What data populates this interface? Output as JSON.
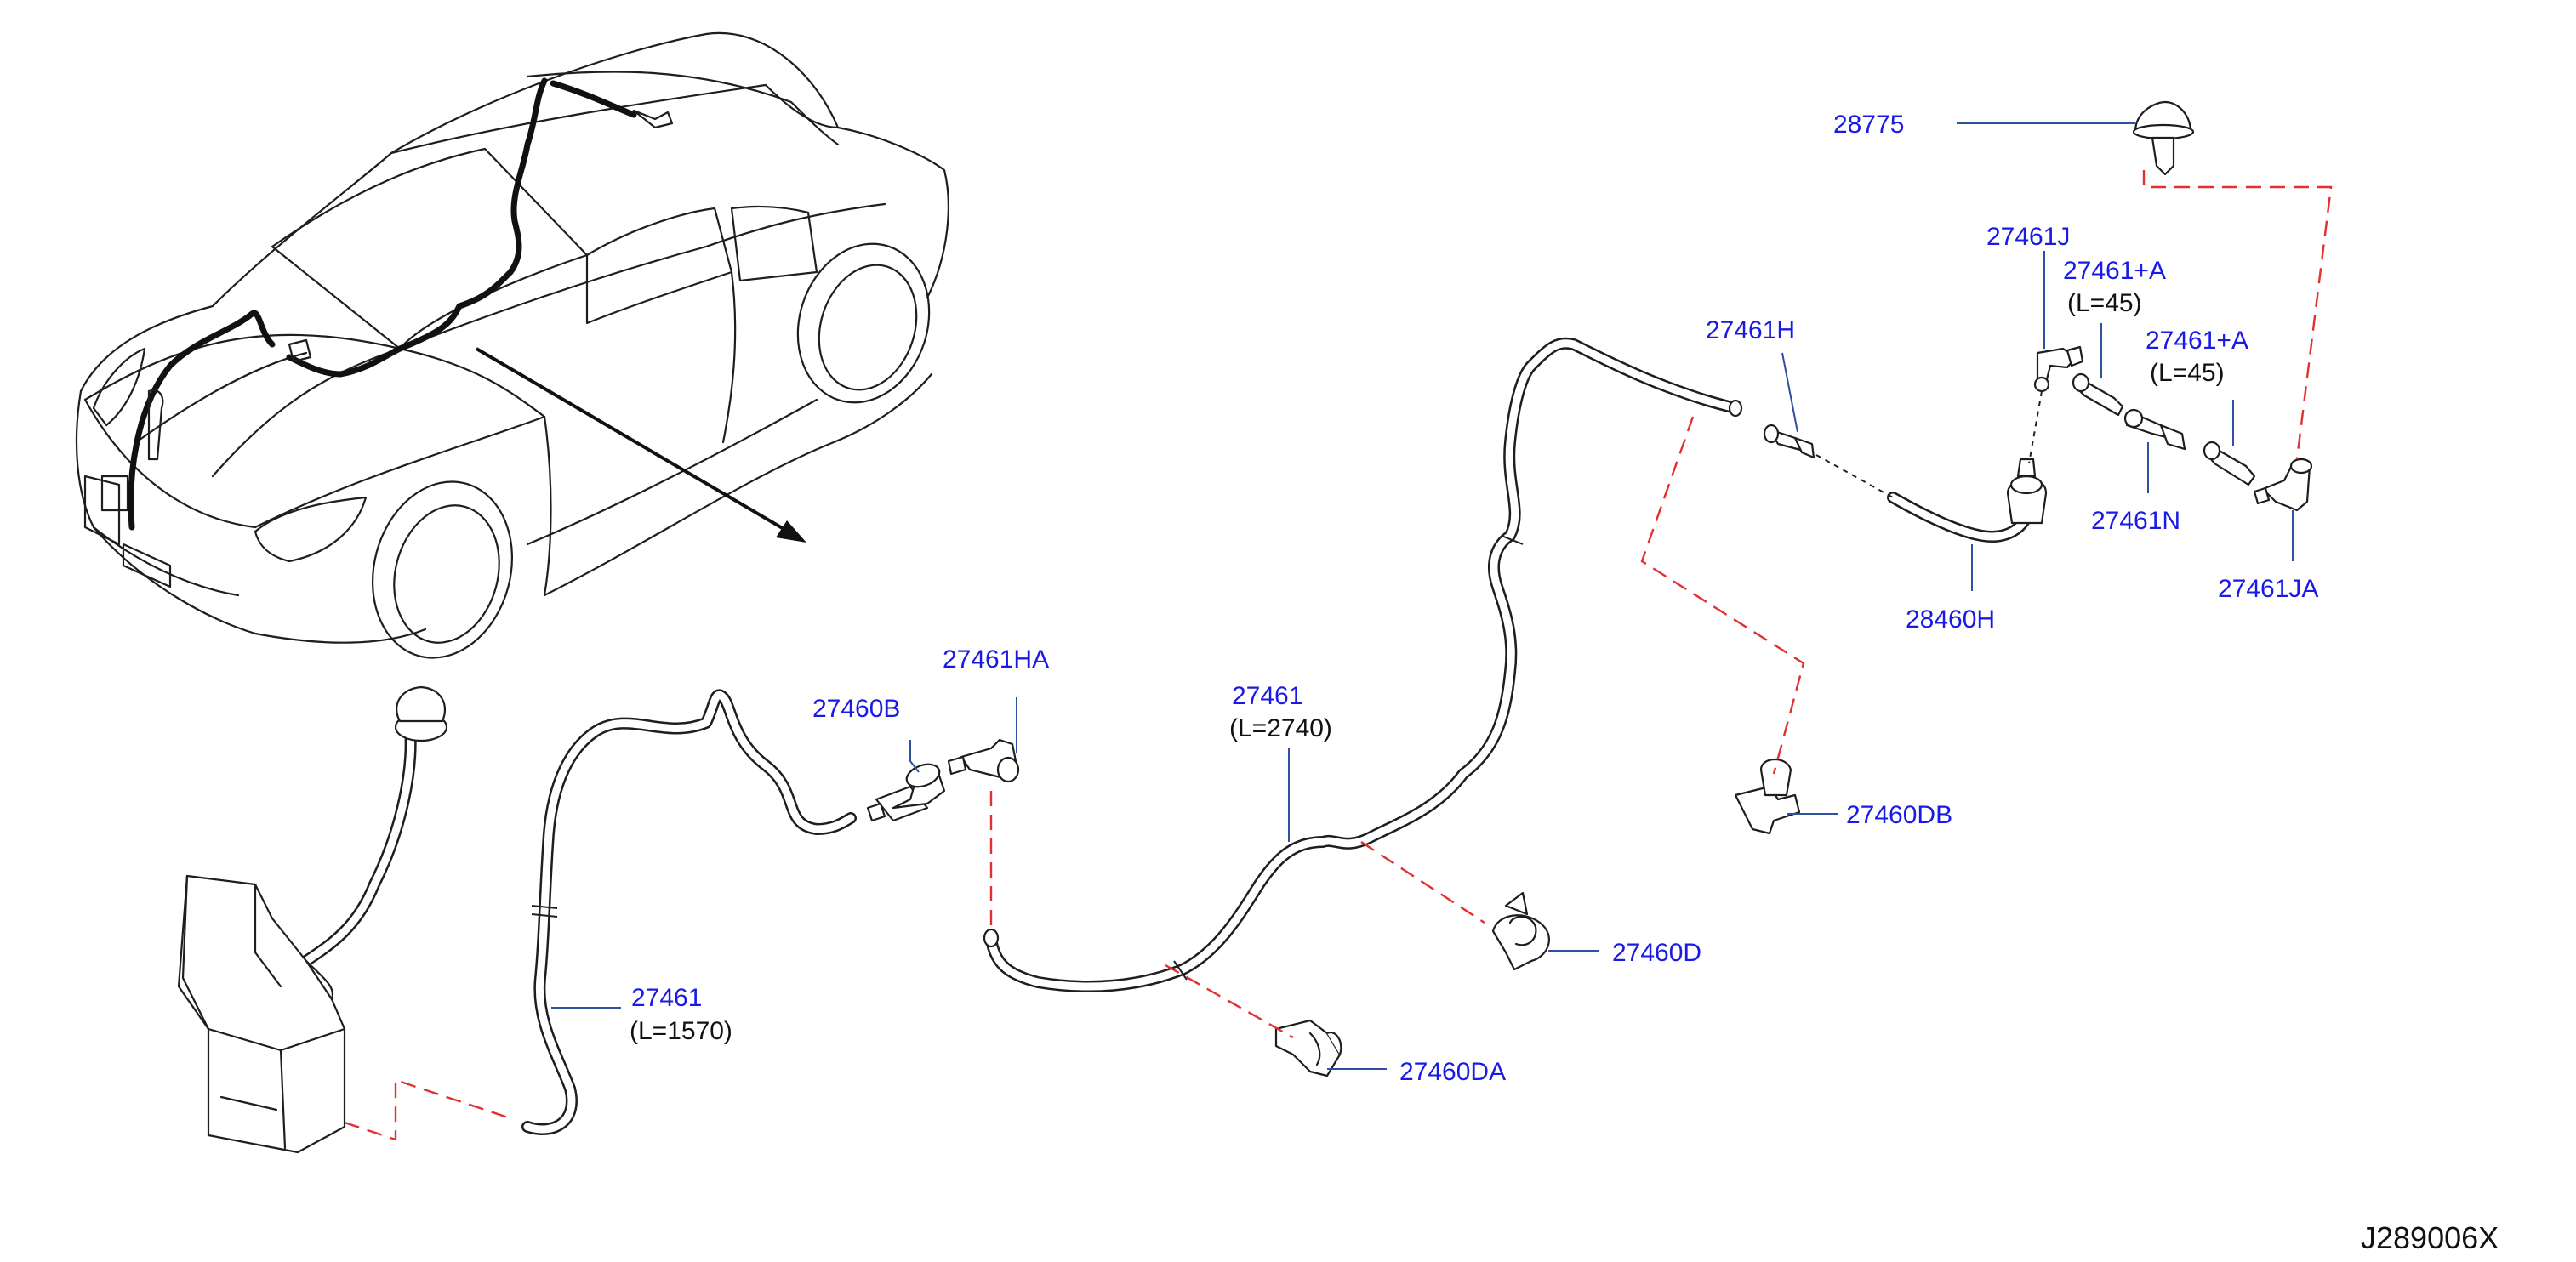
{
  "diagram_code": "J289006X",
  "labels": {
    "p28775": "28775",
    "p27461J": "27461J",
    "p27461A_1": "27461+A",
    "p27461A_1_len": "(L=45)",
    "p27461A_2": "27461+A",
    "p27461A_2_len": "(L=45)",
    "p27461H": "27461H",
    "p27461N": "27461N",
    "p27461JA": "27461JA",
    "p28460H": "28460H",
    "p27460DB": "27460DB",
    "p27461HA": "27461HA",
    "p27460B": "27460B",
    "p27461_mid": "27461",
    "p27461_mid_len": "(L=2740)",
    "p27460D": "27460D",
    "p27460DA": "27460DA",
    "p27461_low": "27461",
    "p27461_low_len": "(L=1570)"
  },
  "colors": {
    "label": "#1a1ae6",
    "leader": "#3050a0",
    "dashed_link": "#e23030",
    "outline": "#1e1e1e"
  }
}
